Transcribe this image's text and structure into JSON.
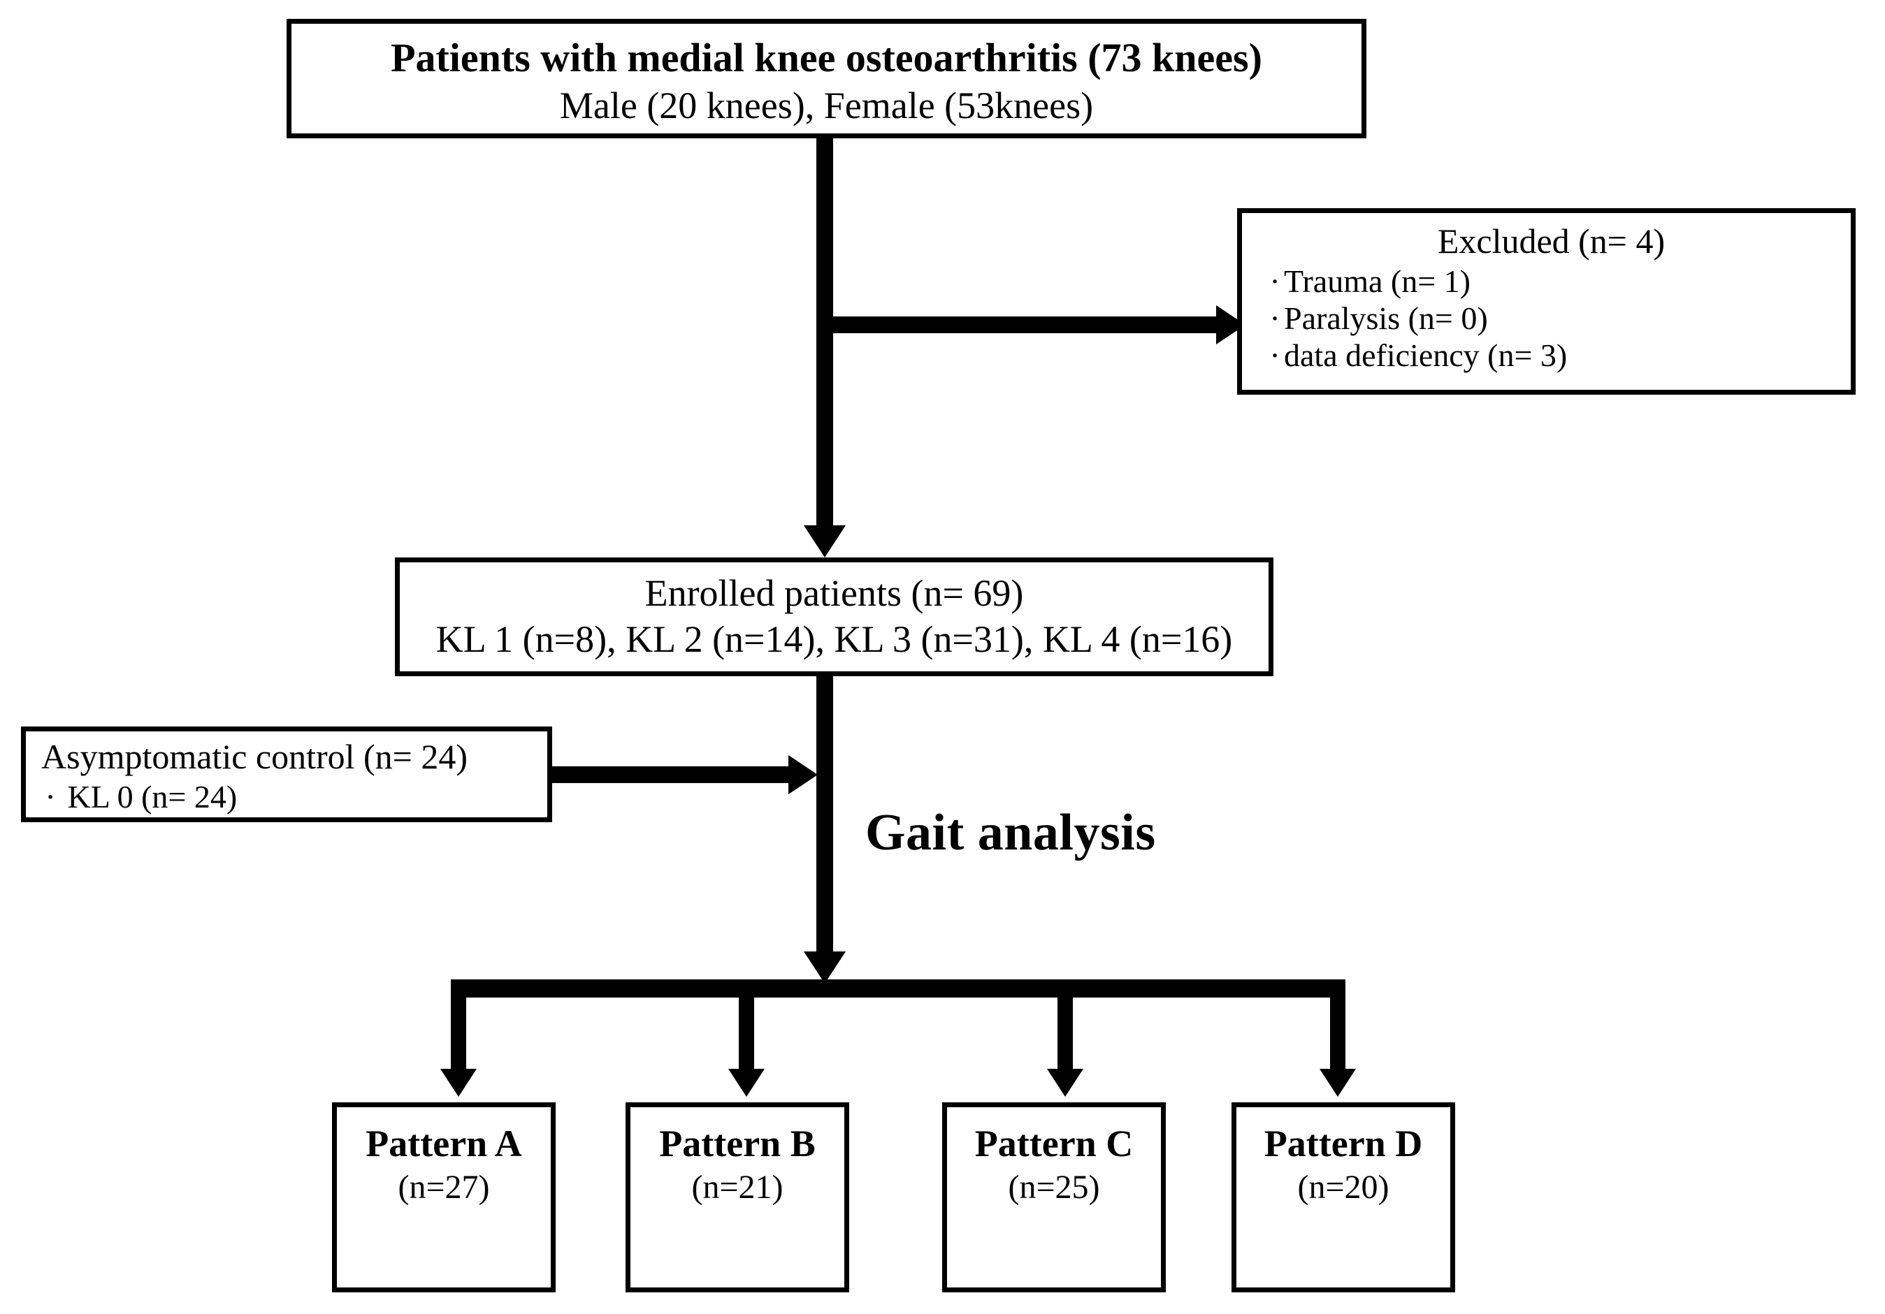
{
  "figure": {
    "type": "flowchart",
    "title": "Patient enrollment and gait-analysis classification flow"
  },
  "boxes": {
    "source": {
      "line1": "Patients with medial knee osteoarthritis (73 knees)",
      "line2": "Male (20 knees), Female (53knees)"
    },
    "excluded": {
      "heading": "Excluded (n= 4)",
      "bullet_glyph": "·",
      "items": [
        "Trauma (n= 1)",
        "Paralysis (n= 0)",
        "data deficiency (n= 3)"
      ]
    },
    "enrolled": {
      "line1": "Enrolled patients (n= 69)",
      "line2": "KL 1 (n=8), KL 2 (n=14), KL 3 (n=31), KL 4 (n=16)"
    },
    "control": {
      "heading": "Asymptomatic control (n= 24)",
      "bullet_glyph": "·",
      "item": "KL 0 (n= 24)"
    }
  },
  "process_label": "Gait analysis",
  "patterns": [
    {
      "name": "Pattern A",
      "count": "(n=27)"
    },
    {
      "name": "Pattern B",
      "count": "(n=21)"
    },
    {
      "name": "Pattern C",
      "count": "(n=25)"
    },
    {
      "name": "Pattern D",
      "count": "(n=20)"
    }
  ],
  "colors": {
    "stroke": "#000000",
    "fill": "#ffffff",
    "text": "#000000"
  }
}
